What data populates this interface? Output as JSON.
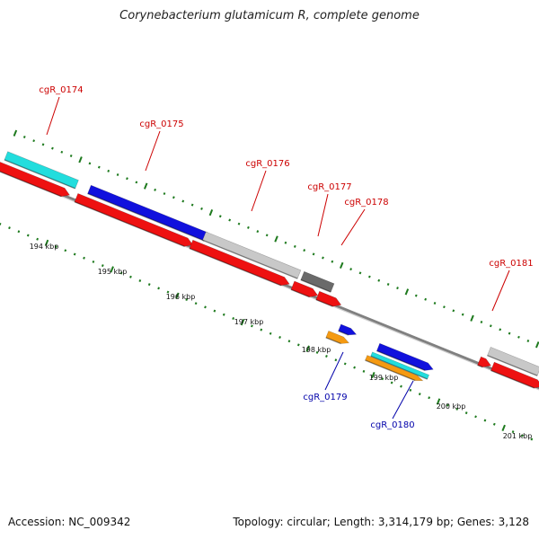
{
  "title": "Corynebacterium glutamicum R, complete genome",
  "footer": {
    "accession": "Accession: NC_009342",
    "topology": "Topology: circular; Length: 3,314,179 bp; Genes: 3,128"
  },
  "colors": {
    "background": "#ffffff",
    "backbone": "#808080",
    "tick": "#1e7a1e",
    "label_forward": "#cc0000",
    "label_reverse": "#0000aa",
    "red": "#ee1111",
    "blue": "#1111dd",
    "cyan": "#22dddd",
    "orange": "#f59a12",
    "gray": "#c8c8c8",
    "darkgray": "#6a6a6a"
  },
  "scale": {
    "labels": [
      "194 kbp",
      "195 kbp",
      "196 kbp",
      "197 kbp",
      "198 kbp",
      "199 kbp",
      "200 kbp",
      "201 kbp"
    ]
  },
  "genes": [
    {
      "name": "cgR_0174",
      "strand": "forward"
    },
    {
      "name": "cgR_0175",
      "strand": "forward"
    },
    {
      "name": "cgR_0176",
      "strand": "forward"
    },
    {
      "name": "cgR_0177",
      "strand": "forward"
    },
    {
      "name": "cgR_0178",
      "strand": "forward"
    },
    {
      "name": "cgR_0181",
      "strand": "forward"
    },
    {
      "name": "cgR_0179",
      "strand": "reverse"
    },
    {
      "name": "cgR_0180",
      "strand": "reverse"
    }
  ]
}
